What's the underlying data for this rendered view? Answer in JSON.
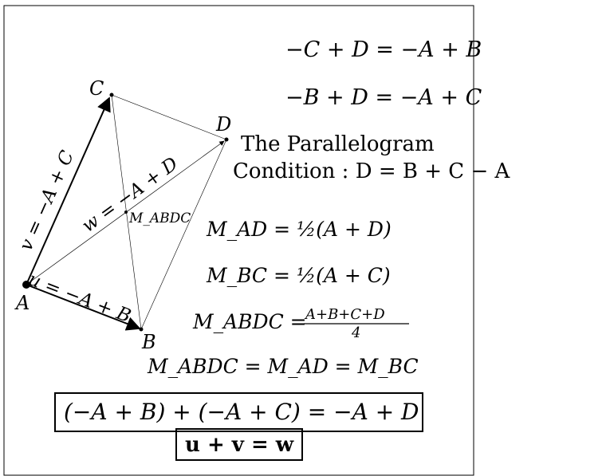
{
  "points": {
    "A": "A",
    "B": "B",
    "C": "C",
    "D": "D",
    "M_ABDC": "M_ABDC"
  },
  "vector_labels": {
    "u": "u = −A + B",
    "v": "v = −A + C",
    "w": "w = −A + D"
  },
  "equations": {
    "eq1": "−C + D = −A + B",
    "eq2": "−B + D = −A + C",
    "condition_line1": "The Parallelogram",
    "condition_line2": "Condition : D = B + C − A",
    "m_ad": "M_AD = ½(A + D)",
    "m_bc": "M_BC = ½(A + C)",
    "m_abdc_lhs": "M_ABDC =",
    "m_abdc_num": "A+B+C+D",
    "m_abdc_den": "4",
    "m_equal": "M_ABDC = M_AD = M_BC"
  },
  "boxed": {
    "sum": "(−A + B) + (−A + C) = −A + D",
    "vectors": "u + v = w"
  }
}
